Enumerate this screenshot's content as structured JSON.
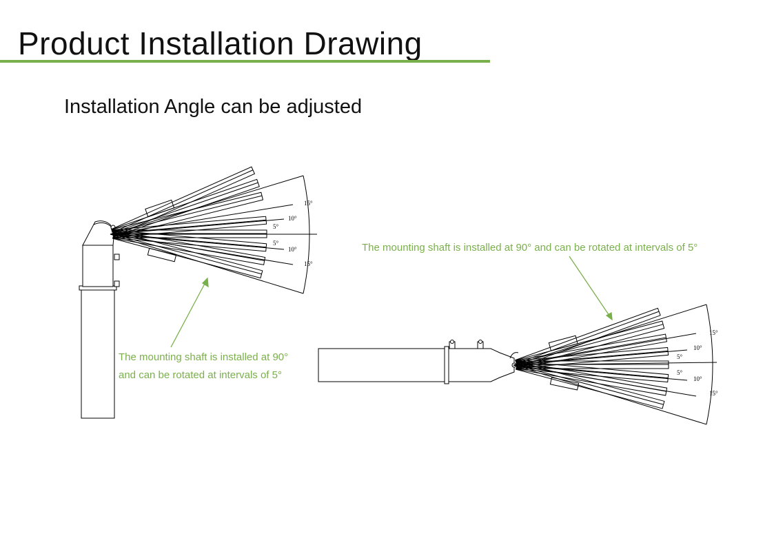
{
  "title": "Product Installation Drawing",
  "subtitle": "Installation Angle can be adjusted",
  "notes": {
    "right": "The mounting shaft is installed at 90° and can be rotated at intervals of 5°",
    "left_line1": "The mounting shaft is installed at 90°",
    "left_line2": "and can be rotated at intervals of 5°"
  },
  "angles": {
    "a15": "15°",
    "a10": "10°",
    "a5": "5°"
  },
  "colors": {
    "accent_green": "#7ab04b",
    "note_green": "#7ab04b",
    "line": "#000000"
  }
}
